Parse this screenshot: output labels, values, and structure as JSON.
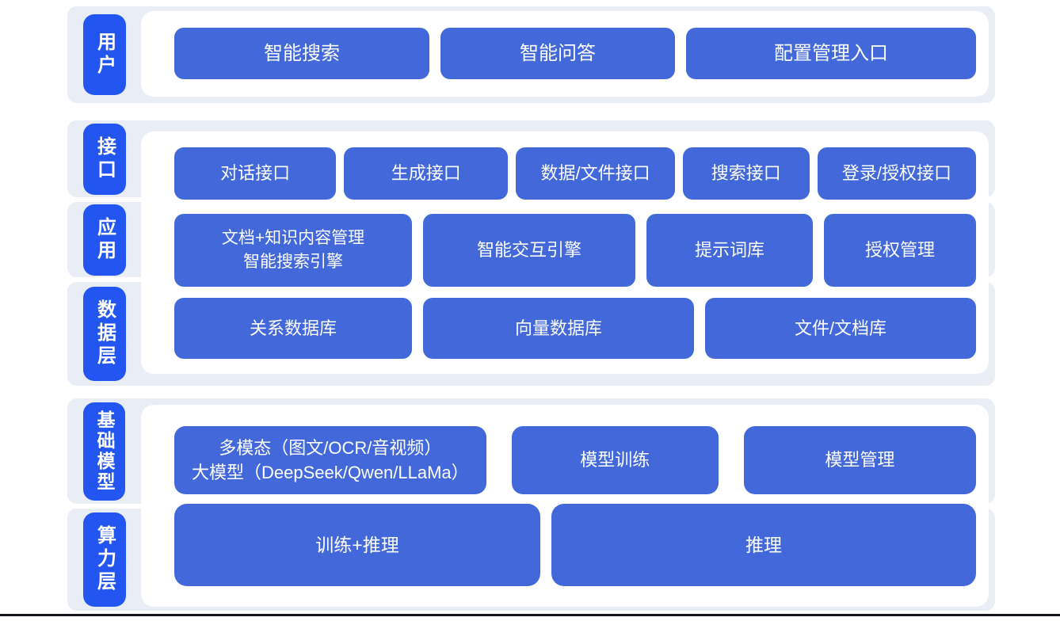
{
  "colors": {
    "badge_blue": "#2355f0",
    "box_blue": "#4268da",
    "band_background": "#e8edf6",
    "panel_background": "#ffffff",
    "text": "#ffffff",
    "bottom_rule": "#14141c"
  },
  "layers": {
    "user": {
      "badge": "用户",
      "boxes": {
        "search": "智能搜索",
        "qa": "智能问答",
        "config": "配置管理入口"
      }
    },
    "middle": {
      "badges": {
        "api": "接口",
        "app": "应用",
        "data": "数据层"
      },
      "api_row": {
        "dialog": "对话接口",
        "generation": "生成接口",
        "data_file": "数据/文件接口",
        "search": "搜索接口",
        "login_auth": "登录/授权接口"
      },
      "app_row": {
        "doc_mgmt_line1": "文档+知识内容管理",
        "doc_mgmt_line2": "智能搜索引擎",
        "interaction": "智能交互引擎",
        "prompt_lib": "提示词库",
        "auth_mgmt": "授权管理"
      },
      "data_row": {
        "relational": "关系数据库",
        "vector": "向量数据库",
        "file_doc": "文件/文档库"
      }
    },
    "foundation": {
      "badges": {
        "model": "基础模型",
        "compute": "算力层"
      },
      "model_row": {
        "llm_line1": "多模态（图文/OCR/音视频）",
        "llm_line2": "大模型（DeepSeek/Qwen/LLaMa）",
        "training": "模型训练",
        "management": "模型管理"
      },
      "compute_row": {
        "train_infer": "训练+推理",
        "inference": "推理"
      }
    }
  }
}
